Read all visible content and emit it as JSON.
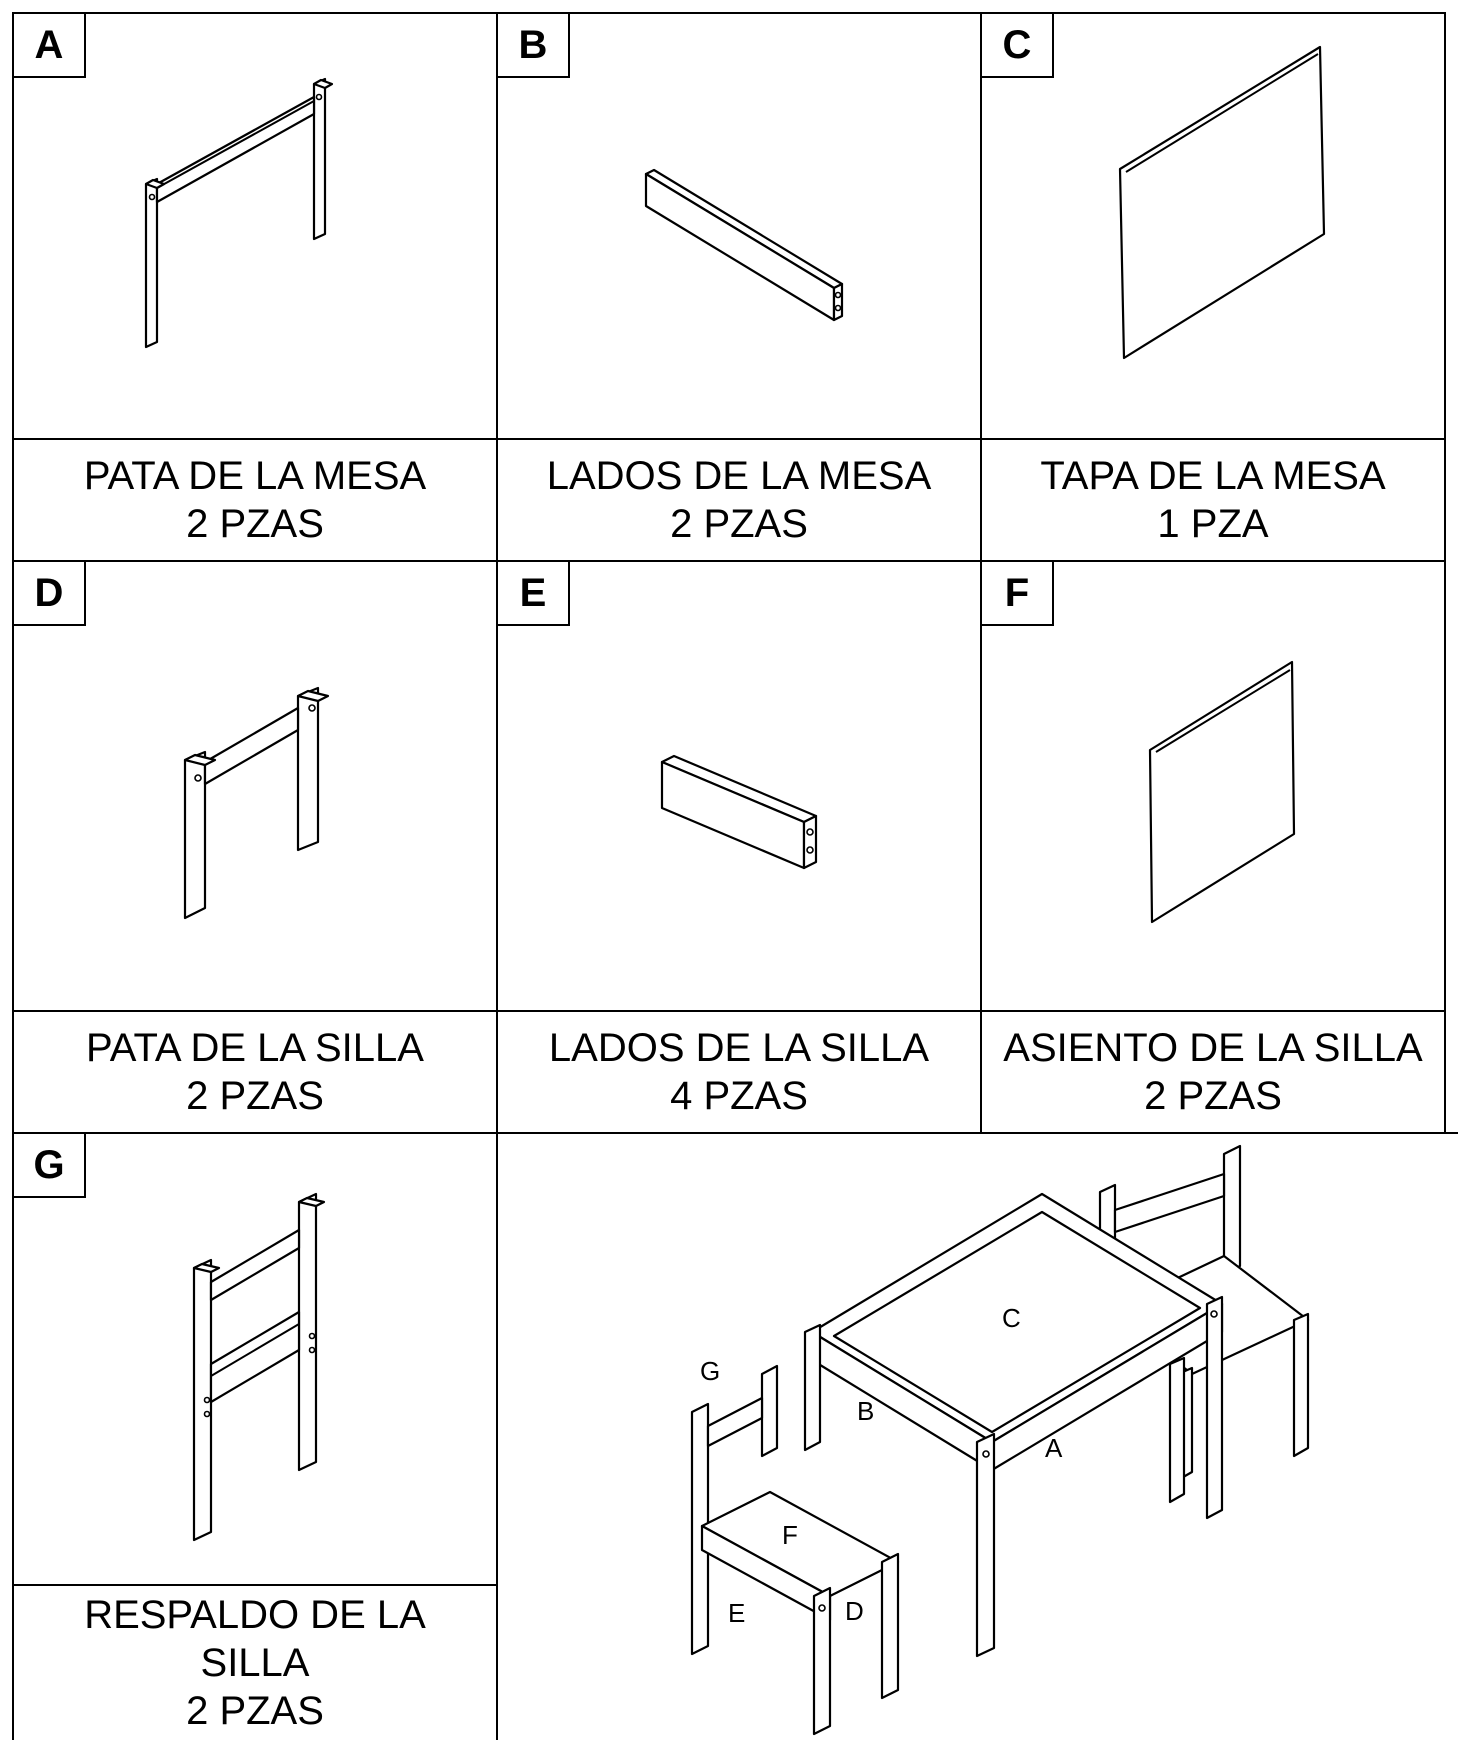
{
  "parts": [
    {
      "letter": "A",
      "name": "PATA DE LA MESA",
      "qty": "2 PZAS",
      "icon": "table-leg-frame-icon"
    },
    {
      "letter": "B",
      "name": "LADOS DE LA MESA",
      "qty": "2 PZAS",
      "icon": "table-side-rail-icon"
    },
    {
      "letter": "C",
      "name": "TAPA DE LA MESA",
      "qty": "1 PZA",
      "icon": "table-top-panel-icon"
    },
    {
      "letter": "D",
      "name": "PATA DE LA SILLA",
      "qty": "2 PZAS",
      "icon": "chair-leg-frame-icon"
    },
    {
      "letter": "E",
      "name": "LADOS DE LA SILLA",
      "qty": "4 PZAS",
      "icon": "chair-side-rail-icon"
    },
    {
      "letter": "F",
      "name": "ASIENTO DE LA SILLA",
      "qty": "2 PZAS",
      "icon": "chair-seat-panel-icon"
    },
    {
      "letter": "G",
      "name_line1": "RESPALDO DE LA",
      "name_line2": "SILLA",
      "qty": "2 PZAS",
      "icon": "chair-backrest-icon"
    }
  ],
  "assembly": {
    "icon": "assembled-table-and-chairs-icon",
    "labels": {
      "A": "A",
      "B": "B",
      "C": "C",
      "D": "D",
      "E": "E",
      "F": "F",
      "G": "G"
    }
  }
}
